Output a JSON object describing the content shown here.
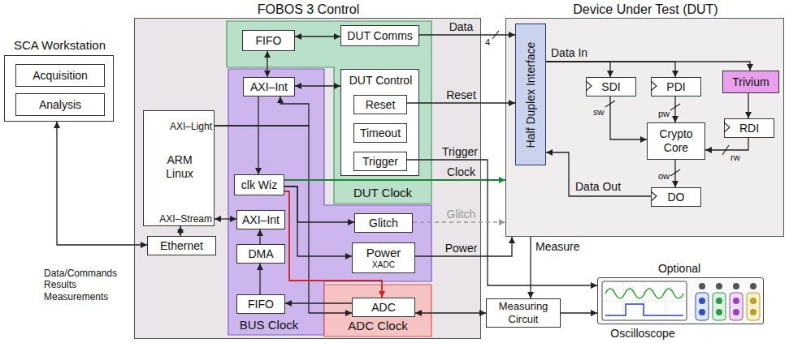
{
  "diagram": {
    "nodes": [
      {
        "text": [
          "SCA Workstation"
        ]
      },
      {
        "text": [
          "Acquisition"
        ],
        "in": 0
      },
      {
        "text": [
          "Analysis"
        ],
        "in": 0
      },
      {
        "text": [
          "FOBOS 3 Control"
        ]
      },
      {
        "text": [
          "ARM Linux",
          "AXI–Light",
          "AXI–Stream"
        ],
        "in": 3
      },
      {
        "text": [
          "Ethernet"
        ],
        "in": 3
      },
      {
        "text": [
          "DUT Clock"
        ],
        "in": 3
      },
      {
        "text": [
          "BUS Clock"
        ],
        "in": 3
      },
      {
        "text": [
          "ADC Clock"
        ],
        "in": 3
      },
      {
        "text": [
          "FIFO"
        ],
        "in": 6
      },
      {
        "text": [
          "DUT Comms"
        ],
        "in": 6
      },
      {
        "text": [
          "AXI–Int"
        ],
        "in": 7
      },
      {
        "text": [
          "DUT Control"
        ],
        "in": 6
      },
      {
        "text": [
          "Reset"
        ],
        "in": 12
      },
      {
        "text": [
          "Timeout"
        ],
        "in": 12
      },
      {
        "text": [
          "Trigger"
        ],
        "in": 12
      },
      {
        "text": [
          "clk Wiz"
        ],
        "in": 7
      },
      {
        "text": [
          "AXI–Int"
        ],
        "in": 7
      },
      {
        "text": [
          "DMA"
        ],
        "in": 7
      },
      {
        "text": [
          "FIFO"
        ],
        "in": 7
      },
      {
        "text": [
          "Glitch"
        ],
        "in": 7
      },
      {
        "text": [
          "Power",
          "XADC"
        ],
        "in": 7
      },
      {
        "text": [
          "ADC"
        ],
        "in": 8
      },
      {
        "text": [
          "Device Under Test (DUT)"
        ]
      },
      {
        "text": [
          "Half Duplex Interface"
        ],
        "in": 23
      },
      {
        "text": [
          "SDI"
        ],
        "in": 23
      },
      {
        "text": [
          "PDI"
        ],
        "in": 23
      },
      {
        "text": [
          "Trivium"
        ],
        "in": 23
      },
      {
        "text": [
          "Crypto Core"
        ],
        "in": 23
      },
      {
        "text": [
          "RDI"
        ],
        "in": 23
      },
      {
        "text": [
          "DO"
        ],
        "in": 23
      },
      {
        "text": [
          "Measuring Circuit"
        ]
      },
      {
        "text": [
          "Optional",
          "Oscilloscope"
        ]
      }
    ],
    "edges": [
      {
        "from": 0,
        "to": 5,
        "arrow": "both",
        "label": "Data/Commands Results Measurements"
      },
      {
        "from": 5,
        "to": 4,
        "arrow": "both"
      },
      {
        "from": 4,
        "to": 17,
        "arrow": "both"
      },
      {
        "from": 4,
        "to": 11,
        "arrow": "to"
      },
      {
        "from": 4,
        "to": 22,
        "arrow": "to"
      },
      {
        "from": 11,
        "to": 9,
        "arrow": "both"
      },
      {
        "from": 9,
        "to": 10,
        "arrow": "both"
      },
      {
        "from": 11,
        "to": 12,
        "arrow": "both"
      },
      {
        "from": 11,
        "to": 16,
        "arrow": "to"
      },
      {
        "from": 16,
        "to": 20,
        "arrow": "to"
      },
      {
        "from": 16,
        "to": 21,
        "arrow": "to"
      },
      {
        "from": 16,
        "to": 22,
        "arrow": "to"
      },
      {
        "from": 16,
        "to": 23,
        "arrow": "to",
        "label": "Clock"
      },
      {
        "from": 18,
        "to": 17,
        "arrow": "to"
      },
      {
        "from": 19,
        "to": 18,
        "arrow": "to"
      },
      {
        "from": 22,
        "to": 19,
        "arrow": "to"
      },
      {
        "from": 10,
        "to": 24,
        "arrow": "to",
        "label": "Data"
      },
      {
        "from": 13,
        "to": 24,
        "arrow": "to",
        "label": "Reset"
      },
      {
        "from": 15,
        "to": 32,
        "arrow": "to",
        "label": "Trigger"
      },
      {
        "from": 20,
        "to": 23,
        "arrow": "to",
        "label": "Glitch"
      },
      {
        "from": 21,
        "to": 23,
        "arrow": "to",
        "label": "Power"
      },
      {
        "from": 23,
        "to": 31,
        "arrow": "to",
        "label": "Measure"
      },
      {
        "from": 31,
        "to": 22,
        "arrow": "both"
      },
      {
        "from": 31,
        "to": 32,
        "arrow": "to"
      },
      {
        "from": 24,
        "to": 25,
        "arrow": "to",
        "label": "Data In"
      },
      {
        "from": 24,
        "to": 26,
        "arrow": "to"
      },
      {
        "from": 24,
        "to": 27,
        "arrow": "to"
      },
      {
        "from": 25,
        "to": 28,
        "arrow": "to"
      },
      {
        "from": 26,
        "to": 28,
        "arrow": "to"
      },
      {
        "from": 27,
        "to": 29,
        "arrow": "to"
      },
      {
        "from": 29,
        "to": 28,
        "arrow": "to"
      },
      {
        "from": 28,
        "to": 30,
        "arrow": "to"
      },
      {
        "from": 30,
        "to": 24,
        "arrow": "to",
        "label": "Data Out"
      }
    ],
    "labels": [
      "4",
      "sw",
      "pw",
      "rw",
      "ow"
    ]
  }
}
